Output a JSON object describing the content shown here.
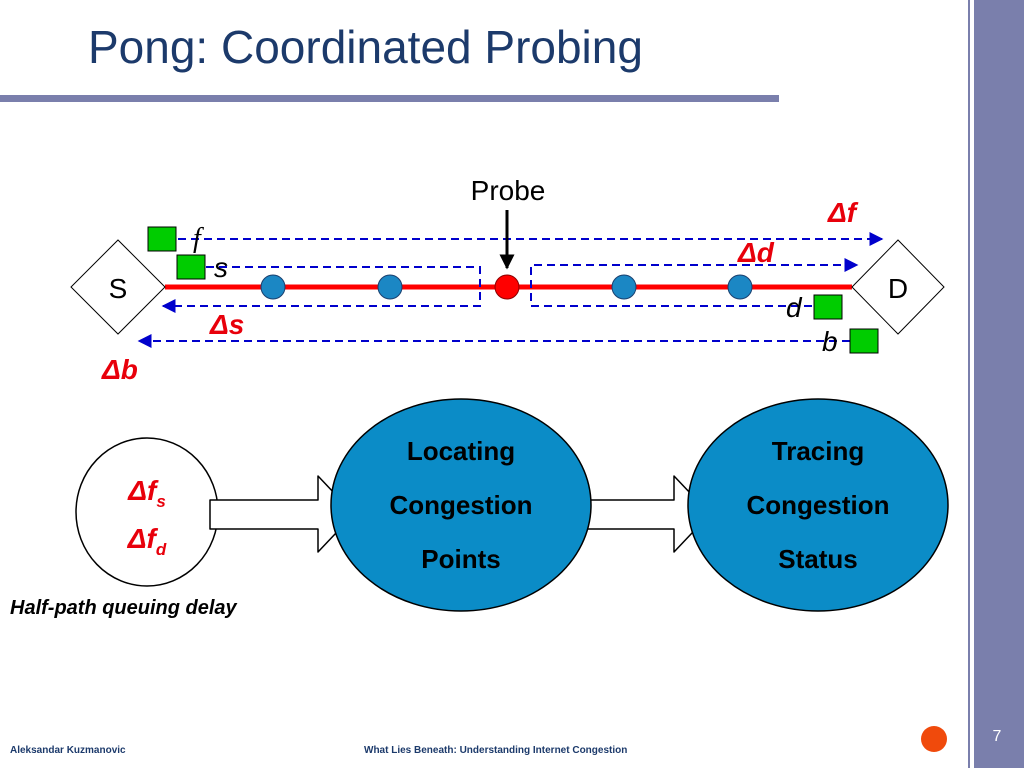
{
  "slide": {
    "title": "Pong: Coordinated Probing",
    "page_number": "7"
  },
  "diagram": {
    "source_label": "S",
    "destination_label": "D",
    "probe_label": "Probe",
    "packet_labels": {
      "f": "f",
      "s": "s",
      "d": "d",
      "b": "b"
    },
    "delta_labels": {
      "delta_f": "Δf",
      "delta_d": "Δd",
      "delta_s": "Δs",
      "delta_b": "Δb"
    },
    "input_circle": {
      "line1_main": "Δf",
      "line1_sub": "s",
      "line2_main": "Δf",
      "line2_sub": "d",
      "caption": "Half-path queuing delay"
    },
    "stages": [
      {
        "lines": [
          "Locating",
          "Congestion",
          "Points"
        ]
      },
      {
        "lines": [
          "Tracing",
          "Congestion",
          "Status"
        ]
      }
    ]
  },
  "footer": {
    "author": "Aleksandar Kuzmanovic",
    "talk_title": "What Lies Beneath: Understanding Internet Congestion"
  },
  "colors": {
    "title": "#1c3a6b",
    "accent_red": "#e8000b",
    "path_red": "#ff0000",
    "arrow_blue": "#0000cc",
    "packet_green": "#00cc00",
    "router_blue": "#1b87c4",
    "stage_fill": "#0b8cc7",
    "sidebar": "#7a7fac",
    "footer_dot": "#f04a0c"
  }
}
